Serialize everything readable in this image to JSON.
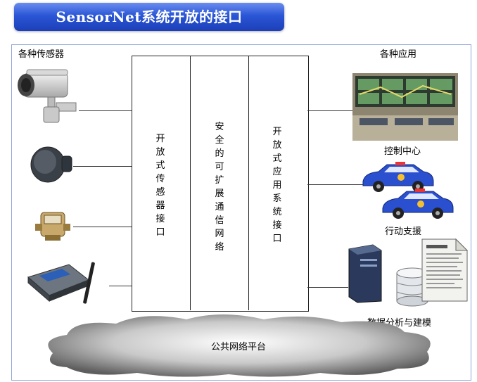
{
  "title": "SensorNet系统开放的接口",
  "left_header": "各种传感器",
  "right_header": "各种应用",
  "columns": [
    {
      "text": "开放式传感器接口"
    },
    {
      "text": "安全的可扩展通信网络"
    },
    {
      "text": "开放式应用系统接口"
    }
  ],
  "applications": {
    "control_center": "控制中心",
    "mobile_support": "行动支援",
    "data_analysis": "数据分析与建模"
  },
  "platform": "公共网络平台",
  "icons": [
    "security-camera-icon",
    "round-sensor-icon",
    "meter-sensor-icon",
    "wireless-modem-icon",
    "control-room-photo",
    "police-car-icon",
    "server-icon",
    "database-icon",
    "document-icon"
  ]
}
